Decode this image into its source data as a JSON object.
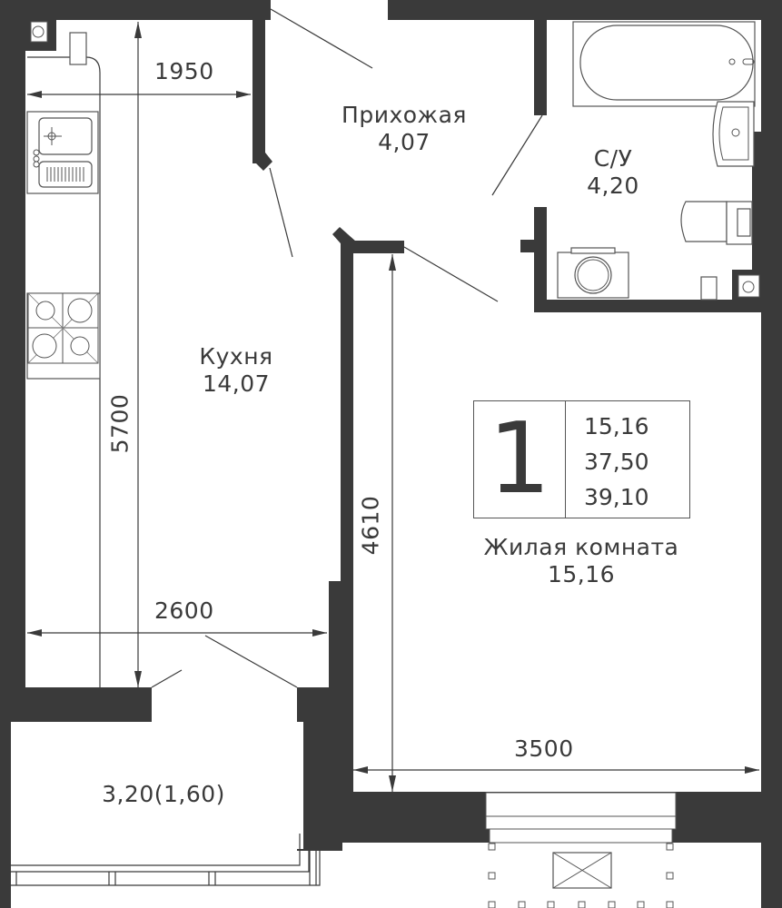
{
  "plan": {
    "rooms": [
      {
        "id": "hallway",
        "name": "Прихожая",
        "area": "4,07"
      },
      {
        "id": "bathroom",
        "name": "С/У",
        "area": "4,20"
      },
      {
        "id": "kitchen",
        "name": "Кухня",
        "area": "14,07"
      },
      {
        "id": "living",
        "name": "Жилая комната",
        "area": "15,16"
      },
      {
        "id": "balcony",
        "name": "",
        "area": "3,20(1,60)"
      }
    ],
    "dimensions": {
      "kitchen_top_width": "1950",
      "kitchen_length": "5700",
      "kitchen_bottom_width": "2600",
      "living_length": "4610",
      "living_width": "3500"
    },
    "summary": {
      "room_count": "1",
      "living_area": "15,16",
      "total_area": "37,50",
      "total_area_with_balcony": "39,10"
    },
    "colors": {
      "wall": "#3a3a3a",
      "background": "#ffffff",
      "line": "#555555"
    }
  }
}
